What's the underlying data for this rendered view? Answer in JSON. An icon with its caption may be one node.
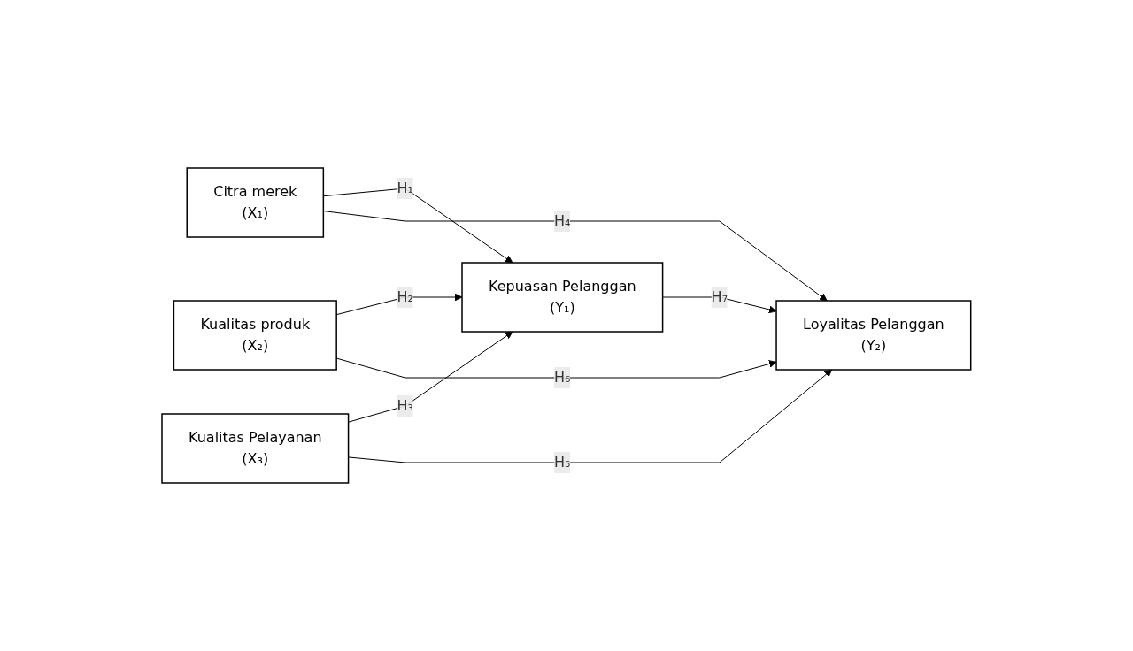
{
  "diagram": {
    "nodes": [
      {
        "text": [
          "Citra merek",
          "(X₁)"
        ]
      },
      {
        "text": [
          "Kualitas produk",
          "(X₂)"
        ]
      },
      {
        "text": [
          "Kualitas Pelayanan",
          "(X₃)"
        ]
      },
      {
        "text": [
          "Kepuasan Pelanggan",
          "(Y₁)"
        ]
      },
      {
        "text": [
          "Loyalitas Pelanggan",
          "(Y₂)"
        ]
      }
    ],
    "edges": [
      {
        "from": 0,
        "to": 3,
        "arrow": "to",
        "label": "H₁"
      },
      {
        "from": 1,
        "to": 3,
        "arrow": "to",
        "label": "H₂"
      },
      {
        "from": 2,
        "to": 3,
        "arrow": "to",
        "label": "H₃"
      },
      {
        "from": 0,
        "to": 4,
        "arrow": "to",
        "label": "H₄"
      },
      {
        "from": 2,
        "to": 4,
        "arrow": "to",
        "label": "H₅"
      },
      {
        "from": 1,
        "to": 4,
        "arrow": "to",
        "label": "H₆"
      },
      {
        "from": 3,
        "to": 4,
        "arrow": "to",
        "label": "H₇"
      }
    ]
  }
}
